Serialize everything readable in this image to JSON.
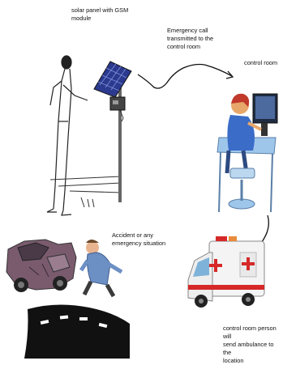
{
  "labels": {
    "solar_panel": "solar panel with GSM\nmodule",
    "emergency_call": "Emergency call\ntransmitted to the\ncontrol room",
    "control_room": "control room",
    "accident": "Accident or any\nemergency situation",
    "ambulance": "control room person will\nsend ambulance to the\nlocation"
  },
  "illustrations": [
    "solar-panel-pole",
    "person-at-pole",
    "signal-wave",
    "control-room-operator",
    "crashed-car",
    "injured-person",
    "road",
    "ambulance"
  ],
  "colors": {
    "panel": "#2b3a8f",
    "ambulance_stripe": "#d62828",
    "desk": "#9ec6ea",
    "road": "#111111"
  }
}
